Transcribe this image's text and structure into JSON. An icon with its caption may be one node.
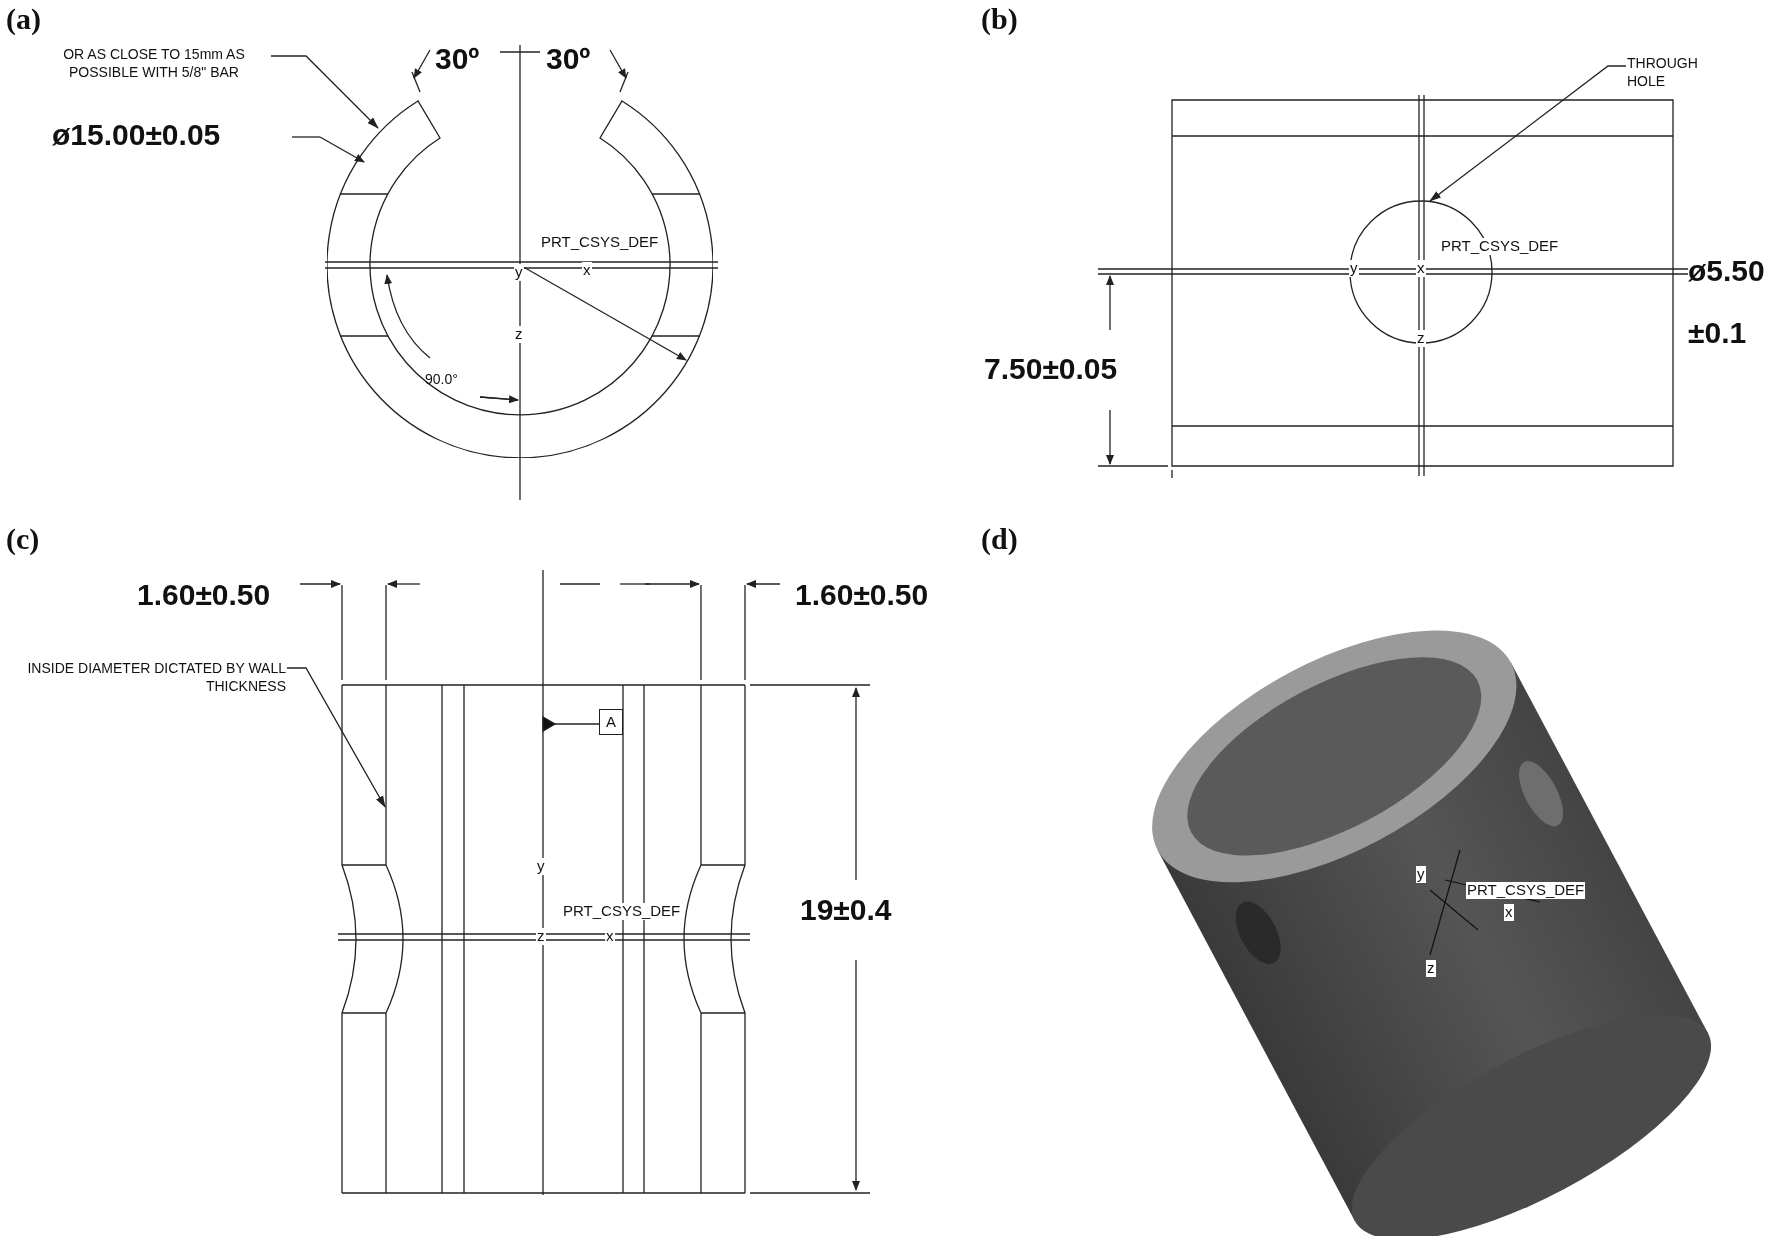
{
  "diagram": {
    "nodes": [
      {
        "text": [
          "OR AS CLOSE TO 15mm AS POSSIBLE WITH 5/8\" BAR"
        ]
      },
      {
        "text": [],
        "shape": "picture"
      },
      {
        "text": [
          "THROUGH HOLE"
        ]
      },
      {
        "text": [],
        "shape": "circle"
      },
      {
        "text": [
          "INSIDE DIAMETER DICTATED BY WALL THICKNESS"
        ]
      },
      {
        "text": [],
        "shape": "picture"
      },
      {
        "text": [
          "A"
        ],
        "in": 5
      }
    ],
    "edges": [
      {
        "from": 0,
        "to": 1,
        "arrow": "to"
      },
      {
        "from": 2,
        "to": 3,
        "arrow": "to"
      },
      {
        "from": 4,
        "to": 5,
        "arrow": "to"
      }
    ],
    "labels": [
      "(a)",
      "30º",
      "30º",
      "ø15.00±0.05",
      "PRT_CSYS_DEF",
      "y",
      "x",
      "z",
      "90.0°",
      "(b)",
      "PRT_CSYS_DEF",
      "y",
      "x",
      "z",
      "ø5.50 ±0.1",
      "7.50±0.05",
      "(c)",
      "1.60±0.50",
      "1.60±0.50",
      "y",
      "PRT_CSYS_DEF",
      "z",
      "x",
      "19±0.4",
      "(d)",
      "y",
      "PRT_CSYS_DEF",
      "x",
      "z"
    ]
  }
}
